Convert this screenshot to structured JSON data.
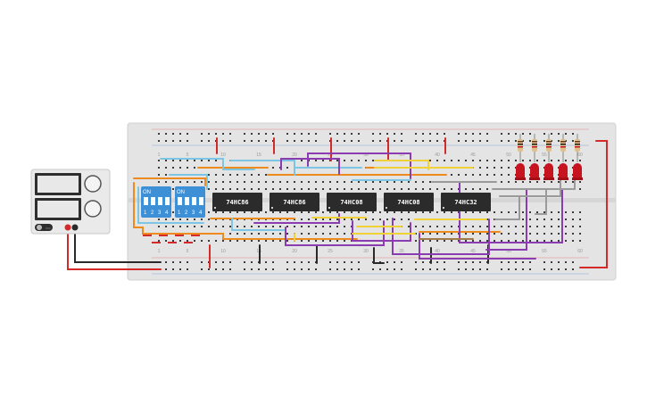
{
  "breadboard": {
    "column_numbers_top": [
      "1",
      "5",
      "10",
      "15",
      "20",
      "25",
      "30",
      "35",
      "40",
      "45",
      "50",
      "55",
      "60"
    ],
    "column_numbers_bottom": [
      "1",
      "5",
      "10",
      "15",
      "20",
      "25",
      "30",
      "35",
      "40",
      "45",
      "50",
      "55",
      "60"
    ]
  },
  "chips": [
    {
      "label": "74HC86"
    },
    {
      "label": "74HC86"
    },
    {
      "label": "74HC08"
    },
    {
      "label": "74HC08"
    },
    {
      "label": "74HC32"
    }
  ],
  "dip_switches": [
    {
      "label": "ON",
      "positions": [
        "1",
        "2",
        "3",
        "4"
      ]
    },
    {
      "label": "ON",
      "positions": [
        "1",
        "2",
        "3",
        "4"
      ]
    }
  ],
  "power_supply": {
    "label": "OFF"
  },
  "colors": {
    "breadboard": "#e4e4e4",
    "chip": "#2b2b2b",
    "dip_switch": "#3d8fd6",
    "wire_red": "#d42a2a",
    "wire_black": "#2a2a2a",
    "wire_orange": "#ee8b1e",
    "wire_cyan": "#7cc6e4",
    "wire_purple": "#8b3cb0",
    "wire_yellow": "#f0d238",
    "wire_gray": "#9a9a9a",
    "wire_brown": "#a07a4a",
    "led_red": "#c8141e"
  },
  "leds": {
    "count": 5,
    "color": "red"
  }
}
